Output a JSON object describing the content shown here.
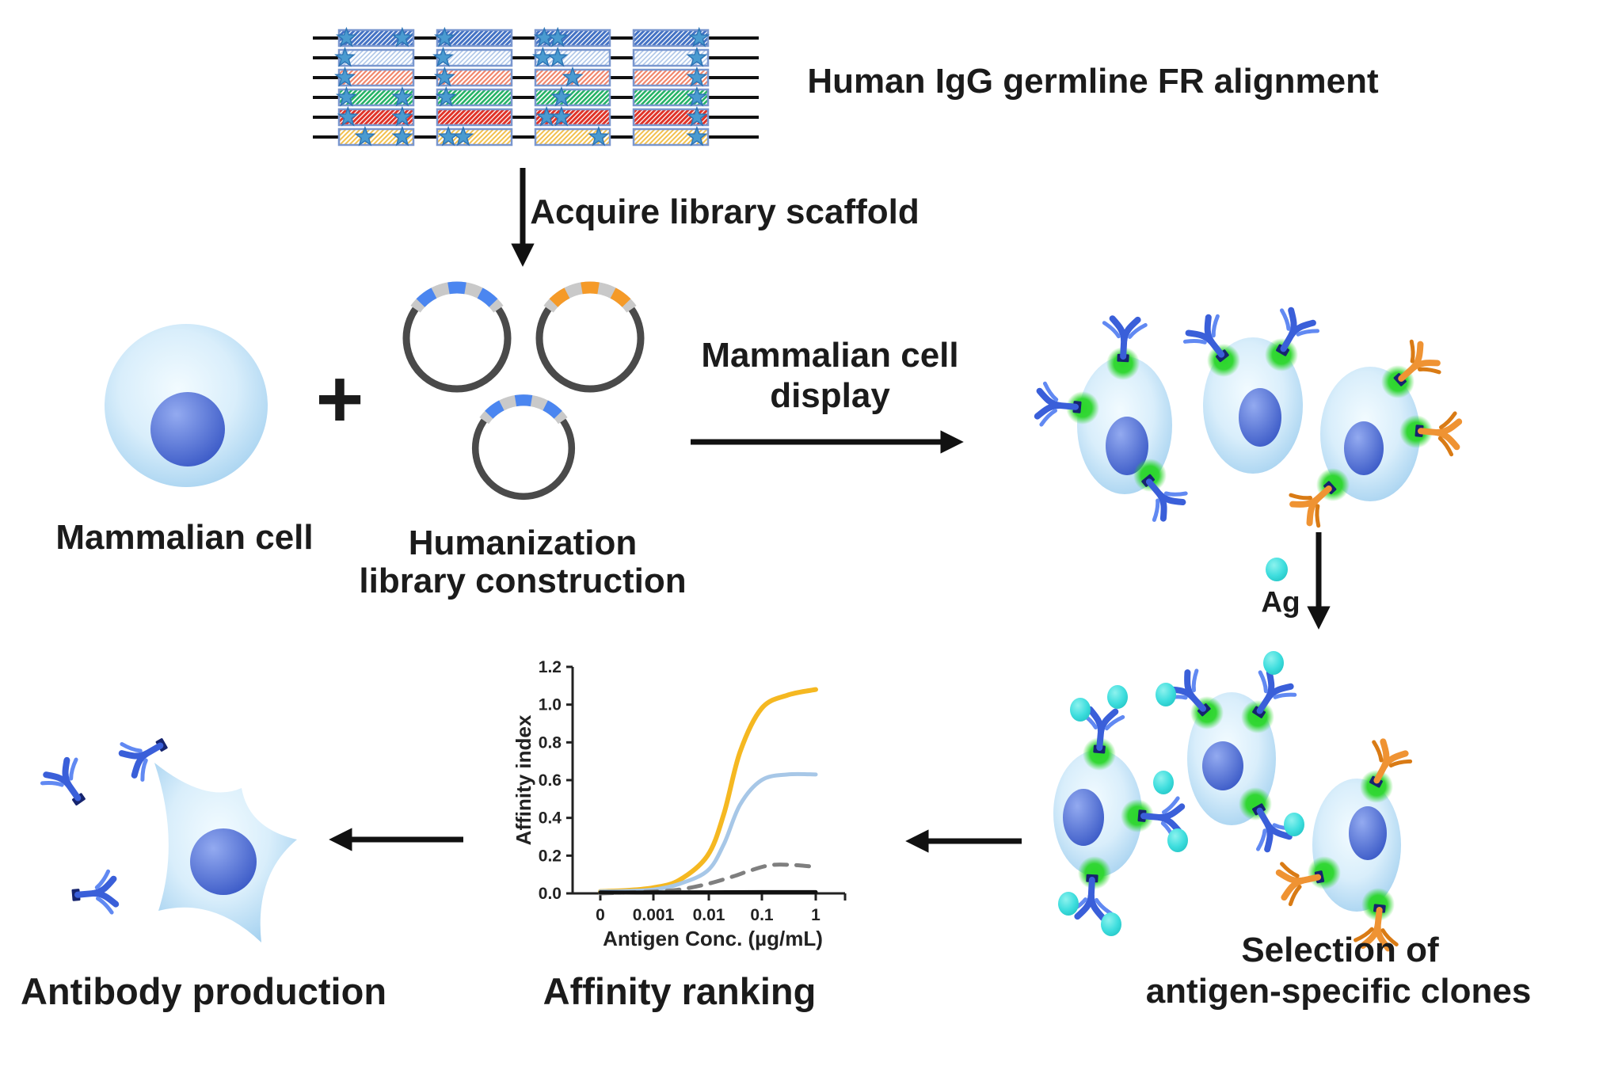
{
  "palette": {
    "text": "#1b1b1b",
    "arrow": "#111111",
    "cell_body_light": "#f2fbff",
    "cell_body_mid": "#d9eefb",
    "cell_body_edge": "#a6d2f0",
    "nucleus_light": "#93aaf0",
    "nucleus_dark": "#3d5cc8",
    "antibody_blue": "#3a5fd9",
    "antibody_blue_light": "#6189f2",
    "antibody_orange": "#ef9333",
    "antibody_orange_dark": "#d97b15",
    "anchor_navy": "#16246e",
    "display_spot_green": "#2bd62b",
    "antigen_cyan": "#3fdede",
    "antigen_cyan_light": "#8df2ee",
    "antigen_cyan_dark": "#25c7c7",
    "plasmid_ring": "#4a4a4a",
    "plasmid_gray": "#c9c9c9",
    "plasmid_blue": "#4b86f0",
    "plasmid_orange": "#f59a28",
    "star_fill": "#4a9bd0",
    "star_stroke": "#2e75b6",
    "box_border": "#7a97cf",
    "chart_yellow": "#f5b821",
    "chart_blue": "#a7c7e7",
    "chart_gray": "#7f7f7f",
    "chart_black": "#111111"
  },
  "labels": {
    "alignment_title": "Human IgG germline FR alignment",
    "acquire": "Acquire library scaffold",
    "mammalian_cell": "Mammalian cell",
    "plus": "+",
    "humanization_line1": "Humanization",
    "humanization_line2": "library construction",
    "display_line1": "Mammalian cell",
    "display_line2": "display",
    "ag": "Ag",
    "selection_line1": "Selection of",
    "selection_line2": "antigen-specific clones",
    "affinity_ranking": "Affinity ranking",
    "antibody_production": "Antibody production"
  },
  "alignment": {
    "rows": [
      {
        "color": "#4472c4",
        "hatch_width": 3.0,
        "stars": [
          [
            0.1,
            0.85
          ],
          [
            0.1
          ],
          [
            0.12,
            0.3
          ],
          [
            0.88
          ]
        ]
      },
      {
        "color": "#aec6e8",
        "hatch_width": 1.6,
        "stars": [
          [
            0.08
          ],
          [
            0.08
          ],
          [
            0.1,
            0.3
          ],
          [
            0.85
          ]
        ]
      },
      {
        "color": "#f0876d",
        "hatch_width": 2.2,
        "stars": [
          [
            0.08
          ],
          [
            0.1
          ],
          [
            0.5
          ],
          [
            0.85
          ]
        ]
      },
      {
        "color": "#27b368",
        "hatch_width": 2.6,
        "stars": [
          [
            0.1,
            0.85
          ],
          [
            0.12
          ],
          [
            0.35
          ],
          [
            0.85
          ]
        ]
      },
      {
        "color": "#e03428",
        "hatch_width": 3.0,
        "stars": [
          [
            0.12,
            0.85
          ],
          [],
          [
            0.15,
            0.35
          ],
          [
            0.85
          ]
        ]
      },
      {
        "color": "#f2c04e",
        "hatch_width": 2.0,
        "stars": [
          [
            0.35,
            0.85
          ],
          [
            0.15,
            0.35
          ],
          [
            0.85
          ],
          [
            0.85
          ]
        ]
      }
    ]
  },
  "chart_data": {
    "type": "line",
    "title": "",
    "xlabel": "Antigen Conc. (µg/mL)",
    "ylabel": "Affinity index",
    "x_scale": "log-with-zero",
    "x_ticks": [
      "0",
      "0.001",
      "0.01",
      "0.1",
      "1"
    ],
    "y_ticks": [
      0.0,
      0.2,
      0.4,
      0.6,
      0.8,
      1.0,
      1.2
    ],
    "ylim": [
      0,
      1.2
    ],
    "grid": false,
    "legend": "none",
    "series": [
      {
        "name": "yellow-curve-high-affinity",
        "color_key": "chart_yellow",
        "style": "solid",
        "width": 6,
        "x": [
          0,
          0.0003,
          0.001,
          0.003,
          0.01,
          0.02,
          0.04,
          0.1,
          0.3,
          1
        ],
        "y": [
          0.01,
          0.015,
          0.03,
          0.07,
          0.2,
          0.42,
          0.75,
          0.98,
          1.05,
          1.08
        ]
      },
      {
        "name": "blue-curve-medium-affinity",
        "color_key": "chart_blue",
        "style": "solid",
        "width": 5,
        "x": [
          0,
          0.0003,
          0.001,
          0.003,
          0.01,
          0.02,
          0.04,
          0.1,
          0.3,
          1
        ],
        "y": [
          0.01,
          0.012,
          0.02,
          0.05,
          0.12,
          0.26,
          0.47,
          0.6,
          0.63,
          0.63
        ]
      },
      {
        "name": "gray-dashed-curve-low-affinity",
        "color_key": "chart_gray",
        "style": "dashed",
        "width": 5,
        "x": [
          0,
          0.0003,
          0.001,
          0.003,
          0.01,
          0.03,
          0.06,
          0.15,
          0.4,
          1
        ],
        "y": [
          0.0,
          0.004,
          0.01,
          0.02,
          0.05,
          0.09,
          0.12,
          0.15,
          0.15,
          0.14
        ]
      },
      {
        "name": "black-baseline",
        "color_key": "chart_black",
        "style": "solid",
        "width": 5,
        "x": [
          0,
          0.001,
          0.01,
          0.1,
          1
        ],
        "y": [
          0.005,
          0.005,
          0.006,
          0.007,
          0.007
        ]
      }
    ]
  }
}
